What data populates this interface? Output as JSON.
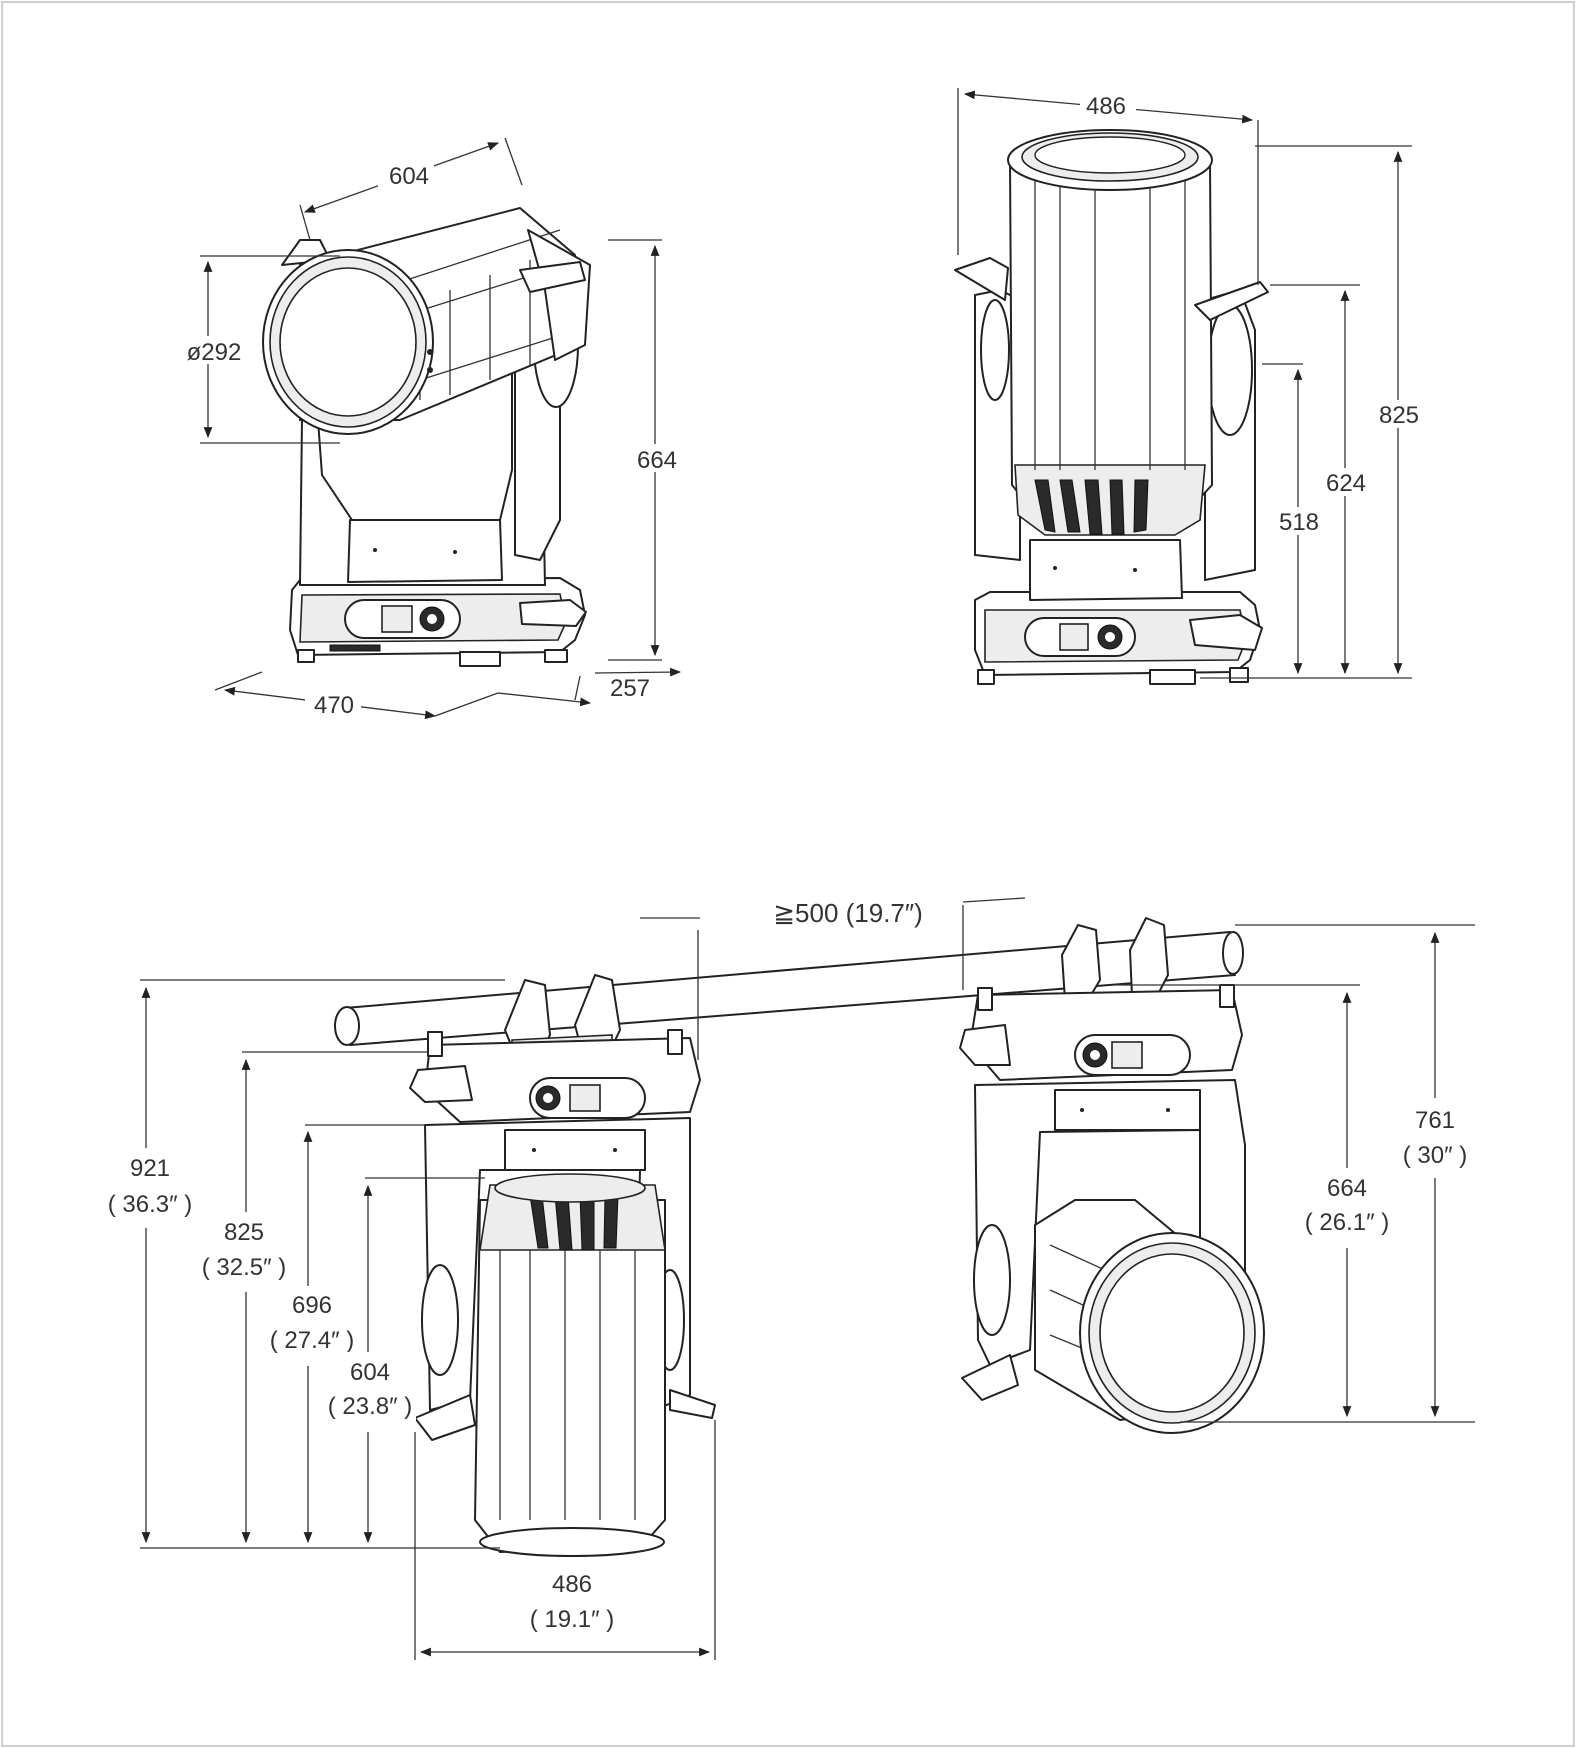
{
  "views": {
    "front": {
      "lens_width": "604",
      "lens_diameter": "ø292",
      "height": "664",
      "base_width": "470",
      "base_depth": "257"
    },
    "side": {
      "width": "486",
      "height_total": "825",
      "height_yoke": "624",
      "height_arm": "518"
    },
    "hanging_vertical": {
      "clearance_value": "≧500 (19.7″)",
      "d921": "921",
      "d921_in": "( 36.3″ )",
      "d825": "825",
      "d825_in": "( 32.5″ )",
      "d696": "696",
      "d696_in": "( 27.4″ )",
      "d604": "604",
      "d604_in": "( 23.8″ )",
      "d486": "486",
      "d486_in": "( 19.1″ )"
    },
    "hanging_horizontal": {
      "d761": "761",
      "d761_in": "( 30″ )",
      "d664": "664",
      "d664_in": "( 26.1″ )"
    }
  }
}
